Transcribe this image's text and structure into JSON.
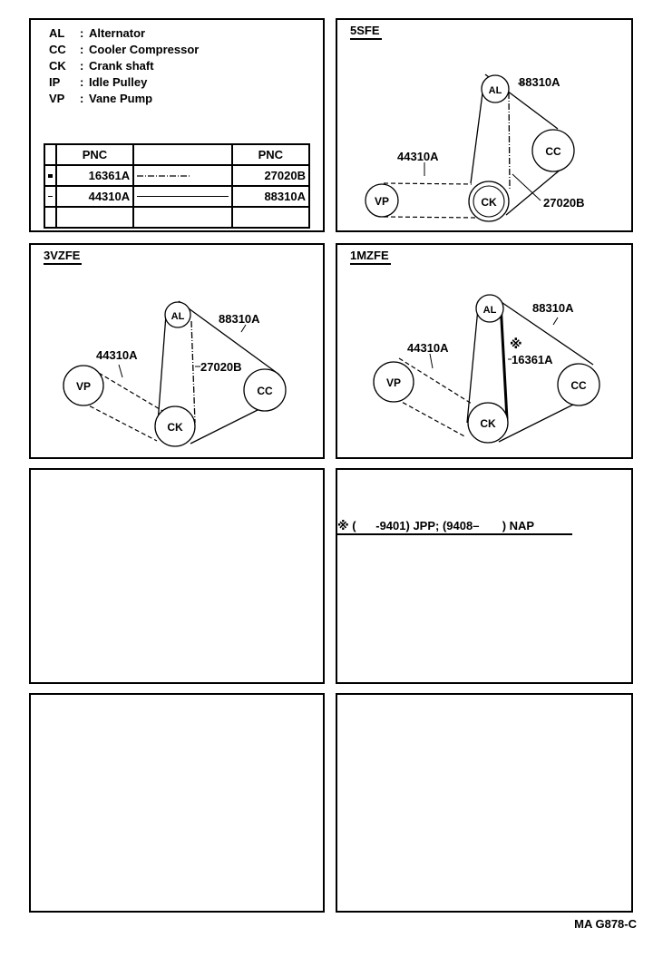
{
  "legend": {
    "items": [
      {
        "abbr": "AL",
        "name": "Alternator"
      },
      {
        "abbr": "CC",
        "name": "Cooler Compressor"
      },
      {
        "abbr": "CK",
        "name": "Crank shaft"
      },
      {
        "abbr": "IP",
        "name": "Idle Pulley"
      },
      {
        "abbr": "VP",
        "name": "Vane Pump"
      }
    ],
    "separator": ":",
    "table": {
      "header": "PNC",
      "rows": [
        {
          "left_code": "16361A",
          "left_style": "thick-solid",
          "right_code": "27020B",
          "right_style": "dash-dot"
        },
        {
          "left_code": "44310A",
          "left_style": "dashed",
          "right_code": "88310A",
          "right_style": "thin-solid"
        }
      ]
    }
  },
  "diagrams": {
    "d5sfe": {
      "title": "5SFE",
      "pulleys": {
        "al": "AL",
        "cc": "CC",
        "ck": "CK",
        "vp": "VP"
      },
      "callouts": {
        "a": "88310A",
        "b": "44310A",
        "c": "27020B"
      }
    },
    "d3vzfe": {
      "title": "3VZFE",
      "pulleys": {
        "al": "AL",
        "cc": "CC",
        "ck": "CK",
        "vp": "VP"
      },
      "callouts": {
        "a": "88310A",
        "b": "44310A",
        "c": "27020B"
      }
    },
    "d1mzfe": {
      "title": "1MZFE",
      "pulleys": {
        "al": "AL",
        "cc": "CC",
        "ck": "CK",
        "vp": "VP"
      },
      "callouts": {
        "a": "88310A",
        "b": "44310A",
        "c": "16361A",
        "mark": "※"
      }
    }
  },
  "note": {
    "text": "※ (      -9401) JPP; (9408–       ) NAP"
  },
  "footer": {
    "code": "MA  G878-C"
  }
}
